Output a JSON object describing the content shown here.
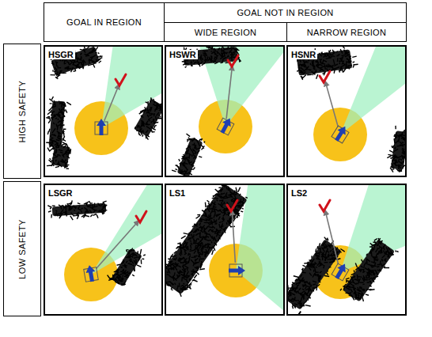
{
  "diagram": {
    "nodes": [
      {
        "text": [
          "GOAL IN REGION"
        ]
      },
      {
        "text": [
          "GOAL NOT IN REGION"
        ]
      },
      {
        "text": [
          "WIDE REGION"
        ]
      },
      {
        "text": [
          "NARROW REGION"
        ]
      },
      {
        "text": [
          "HIGH SAFETY"
        ]
      },
      {
        "text": [
          "HSGR"
        ]
      },
      {
        "text": [
          "HSWR"
        ]
      },
      {
        "text": [
          "HSNR"
        ]
      },
      {
        "text": [
          "LOW SAFETY"
        ]
      },
      {
        "text": [
          "LSGR"
        ]
      },
      {
        "text": [
          "LS1"
        ]
      },
      {
        "text": [
          "LS2"
        ]
      }
    ]
  }
}
